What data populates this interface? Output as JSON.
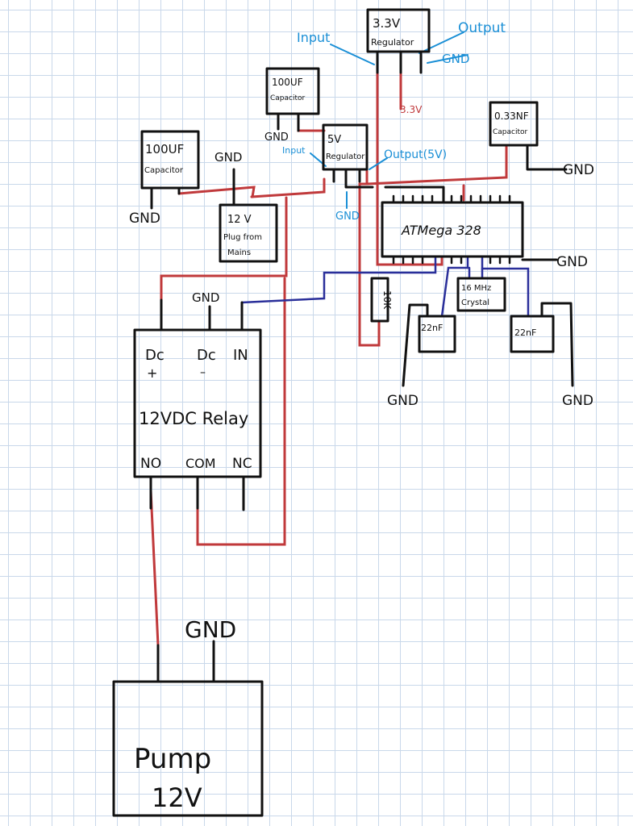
{
  "components": {
    "reg33": {
      "line1": "3.3V",
      "line2": "Regulator"
    },
    "cap100_top": {
      "line1": "100UF",
      "line2": "Capacitor"
    },
    "reg5": {
      "line1": "5V",
      "line2": "Regulator"
    },
    "cap033": {
      "line1": "0.33NF",
      "line2": "Capacitor"
    },
    "cap100_left": {
      "line1": "100UF",
      "line2": "Capacitor"
    },
    "plug12": {
      "line1": "12 V",
      "line2": "Plug from",
      "line3": "Mains"
    },
    "atmega": {
      "label": "ATMega 328"
    },
    "crystal": {
      "line1": "16 MHz",
      "line2": "Crystal"
    },
    "cap22_left": {
      "label": "22nF"
    },
    "cap22_right": {
      "label": "22nF"
    },
    "resistor": {
      "label": "10K"
    },
    "relay": {
      "label": "12VDC Relay",
      "pin_dc_plus": "Dc",
      "pin_dc_plus_sign": "+",
      "pin_dc_minus": "Dc",
      "pin_dc_minus_sign": "–",
      "pin_in": "IN",
      "pin_no": "NO",
      "pin_com": "COM",
      "pin_nc": "NC"
    },
    "pump": {
      "line1": "Pump",
      "line2": "12V"
    }
  },
  "annotations": {
    "reg33_input": "Input",
    "reg33_output": "Output",
    "reg33_gnd": "GND",
    "reg33_out_voltage": "3.3V",
    "reg5_input": "Input",
    "reg5_output": "Output(5V)",
    "gnd": "GND"
  },
  "colors": {
    "ink": "#111111",
    "wire_red": "#c0393b",
    "wire_blue": "#2a2f9a",
    "label_blue": "#1a8fd6"
  }
}
